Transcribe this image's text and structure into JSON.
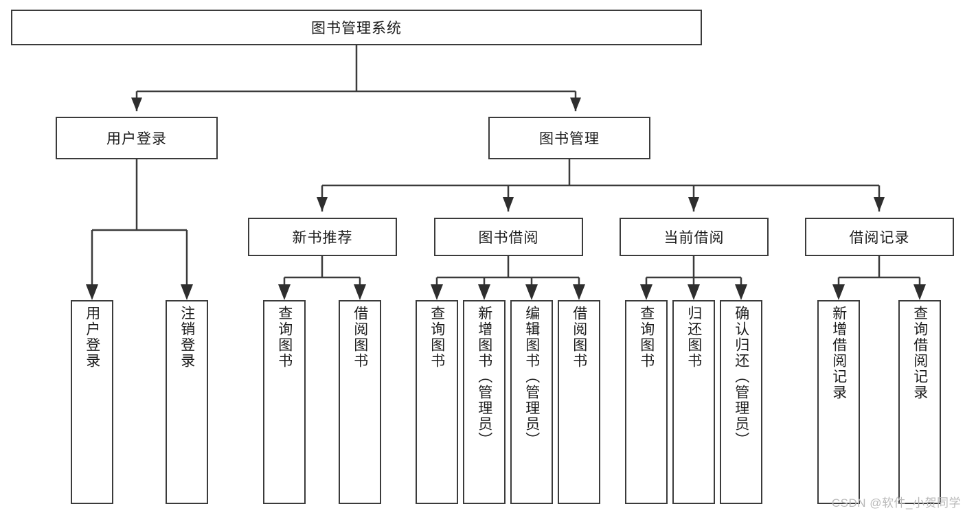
{
  "diagram": {
    "type": "hierarchy-tree",
    "title": "图书管理系统",
    "root": {
      "label": "图书管理系统"
    },
    "level2": [
      {
        "label": "用户登录"
      },
      {
        "label": "图书管理"
      }
    ],
    "level3": [
      {
        "label": "新书推荐"
      },
      {
        "label": "图书借阅"
      },
      {
        "label": "当前借阅"
      },
      {
        "label": "借阅记录"
      }
    ],
    "leaves": {
      "user_login": [
        "用户登录",
        "注销登录"
      ],
      "new_book_recommend": [
        "查询图书",
        "借阅图书"
      ],
      "book_borrow": [
        "查询图书",
        "新增图书（管理员）",
        "编辑图书（管理员）",
        "借阅图书"
      ],
      "current_borrow": [
        "查询图书",
        "归还图书",
        "确认归还（管理员）"
      ],
      "borrow_record": [
        "新增借阅记录",
        "查询借阅记录"
      ]
    }
  },
  "watermark": {
    "text": "CSDN @软件_小贺同学"
  },
  "colors": {
    "stroke": "#3b3b3b",
    "text": "#1b1b1b",
    "background": "#ffffff",
    "watermark": "#b9b9b9"
  }
}
